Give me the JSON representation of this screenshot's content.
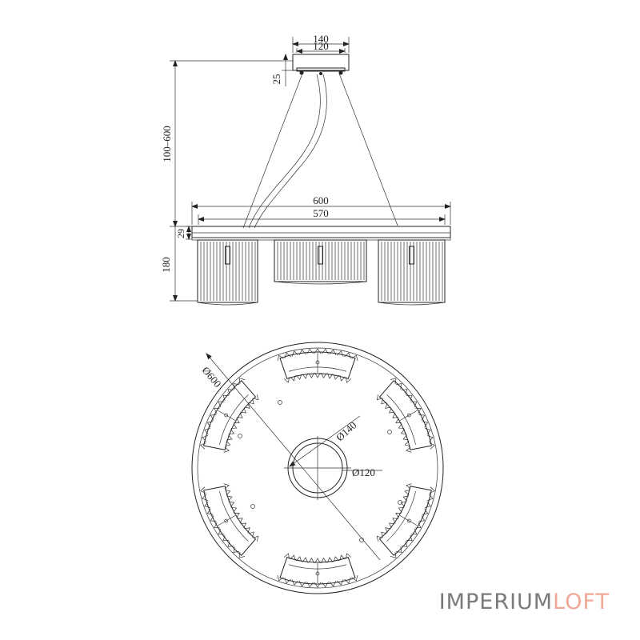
{
  "side_view": {
    "dim_canopy_outer": "140",
    "dim_canopy_inner": "120",
    "dim_canopy_height": "25",
    "dim_suspension": "100–600",
    "dim_ring_outer": "600",
    "dim_ring_inner": "570",
    "dim_ring_height": "29",
    "dim_shade_height": "180"
  },
  "top_view": {
    "dim_ring_diameter": "Ø600",
    "dim_canopy_outer": "Ø140",
    "dim_canopy_inner": "Ø120"
  },
  "brand": {
    "part1": "IMPERIUM",
    "part2": "LOFT",
    "color_part1": "#7a7a7a",
    "color_part2": "#f0a896"
  }
}
